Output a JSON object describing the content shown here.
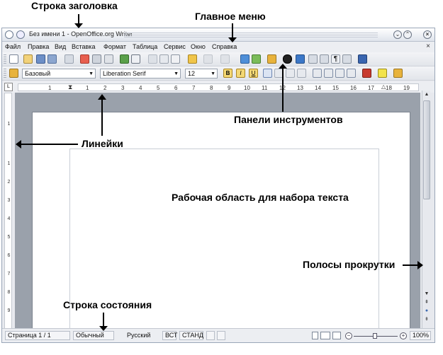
{
  "annotations": {
    "title_bar": "Строка заголовка",
    "main_menu": "Главное меню",
    "toolbars": "Панели инструментов",
    "rulers": "Линейки",
    "work_area": "Рабочая область для набора текста",
    "scrollbars": "Полосы прокрутки",
    "status_bar": "Строка состояния"
  },
  "window": {
    "title": "Без имени 1 - OpenOffice.org Writer"
  },
  "menu": [
    "Файл",
    "Правка",
    "Вид",
    "Вставка",
    "Формат",
    "Таблица",
    "Сервис",
    "Окно",
    "Справка"
  ],
  "formatting": {
    "style": "Базовый",
    "font": "Liberation Serif",
    "size": "12",
    "bold": "B",
    "italic": "I",
    "underline": "U"
  },
  "ruler": {
    "h_numbers": [
      "1",
      "1",
      "2",
      "3",
      "4",
      "5",
      "6",
      "7",
      "8",
      "9",
      "10",
      "11",
      "12",
      "13",
      "14",
      "15",
      "16",
      "17",
      "18",
      "19"
    ],
    "v_numbers": [
      "1",
      "1",
      "2",
      "3",
      "4",
      "5",
      "6",
      "7",
      "8",
      "9"
    ],
    "corner": "L"
  },
  "status": {
    "page": "Страница  1 / 1",
    "page_style": "Обычный",
    "language": "Русский",
    "insert_mode": "ВСТ",
    "selection_mode": "СТАНД",
    "zoom": "100%"
  },
  "icons": {
    "new": "new-document-icon",
    "open": "open-icon",
    "save": "save-icon",
    "find": "binoculars-icon",
    "navigator": "navigator-icon",
    "spellcheck": "spellcheck-icon",
    "pdf": "export-pdf-icon"
  },
  "colors": {
    "accent": "#3d6bb0",
    "window_bg": "#e7e9ee",
    "doc_bg": "#9aa1ab"
  }
}
